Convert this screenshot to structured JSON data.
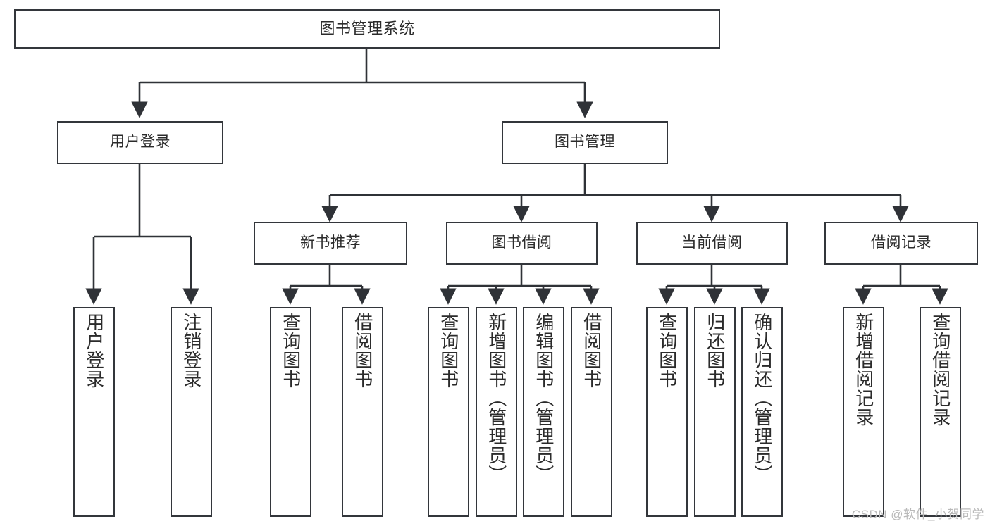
{
  "diagram": {
    "title": "图书管理系统",
    "watermark": "CSDN @软件_小贺同学",
    "colors": {
      "box_border": "#33363b",
      "box_fill": "#ffffff",
      "edge": "#2f3237",
      "text": "#2b2b2b",
      "watermark": "#b9b9b9",
      "background": "#ffffff"
    },
    "nodes": {
      "root": {
        "label": "图书管理系统"
      },
      "level2": [
        {
          "label": "用户登录"
        },
        {
          "label": "图书管理"
        }
      ],
      "level3": [
        {
          "label": "新书推荐"
        },
        {
          "label": "图书借阅"
        },
        {
          "label": "当前借阅"
        },
        {
          "label": "借阅记录"
        }
      ],
      "leaves": {
        "user_login": [
          {
            "label": "用户登录"
          },
          {
            "label": "注销登录"
          }
        ],
        "new_book": [
          {
            "label": "查询图书"
          },
          {
            "label": "借阅图书"
          }
        ],
        "book_borrow": [
          {
            "label": "查询图书"
          },
          {
            "label": "新增图书（管理员）"
          },
          {
            "label": "编辑图书（管理员）"
          },
          {
            "label": "借阅图书"
          }
        ],
        "current_borrow": [
          {
            "label": "查询图书"
          },
          {
            "label": "归还图书"
          },
          {
            "label": "确认归还（管理员）"
          }
        ],
        "borrow_record": [
          {
            "label": "新增借阅记录"
          },
          {
            "label": "查询借阅记录"
          }
        ]
      }
    }
  }
}
